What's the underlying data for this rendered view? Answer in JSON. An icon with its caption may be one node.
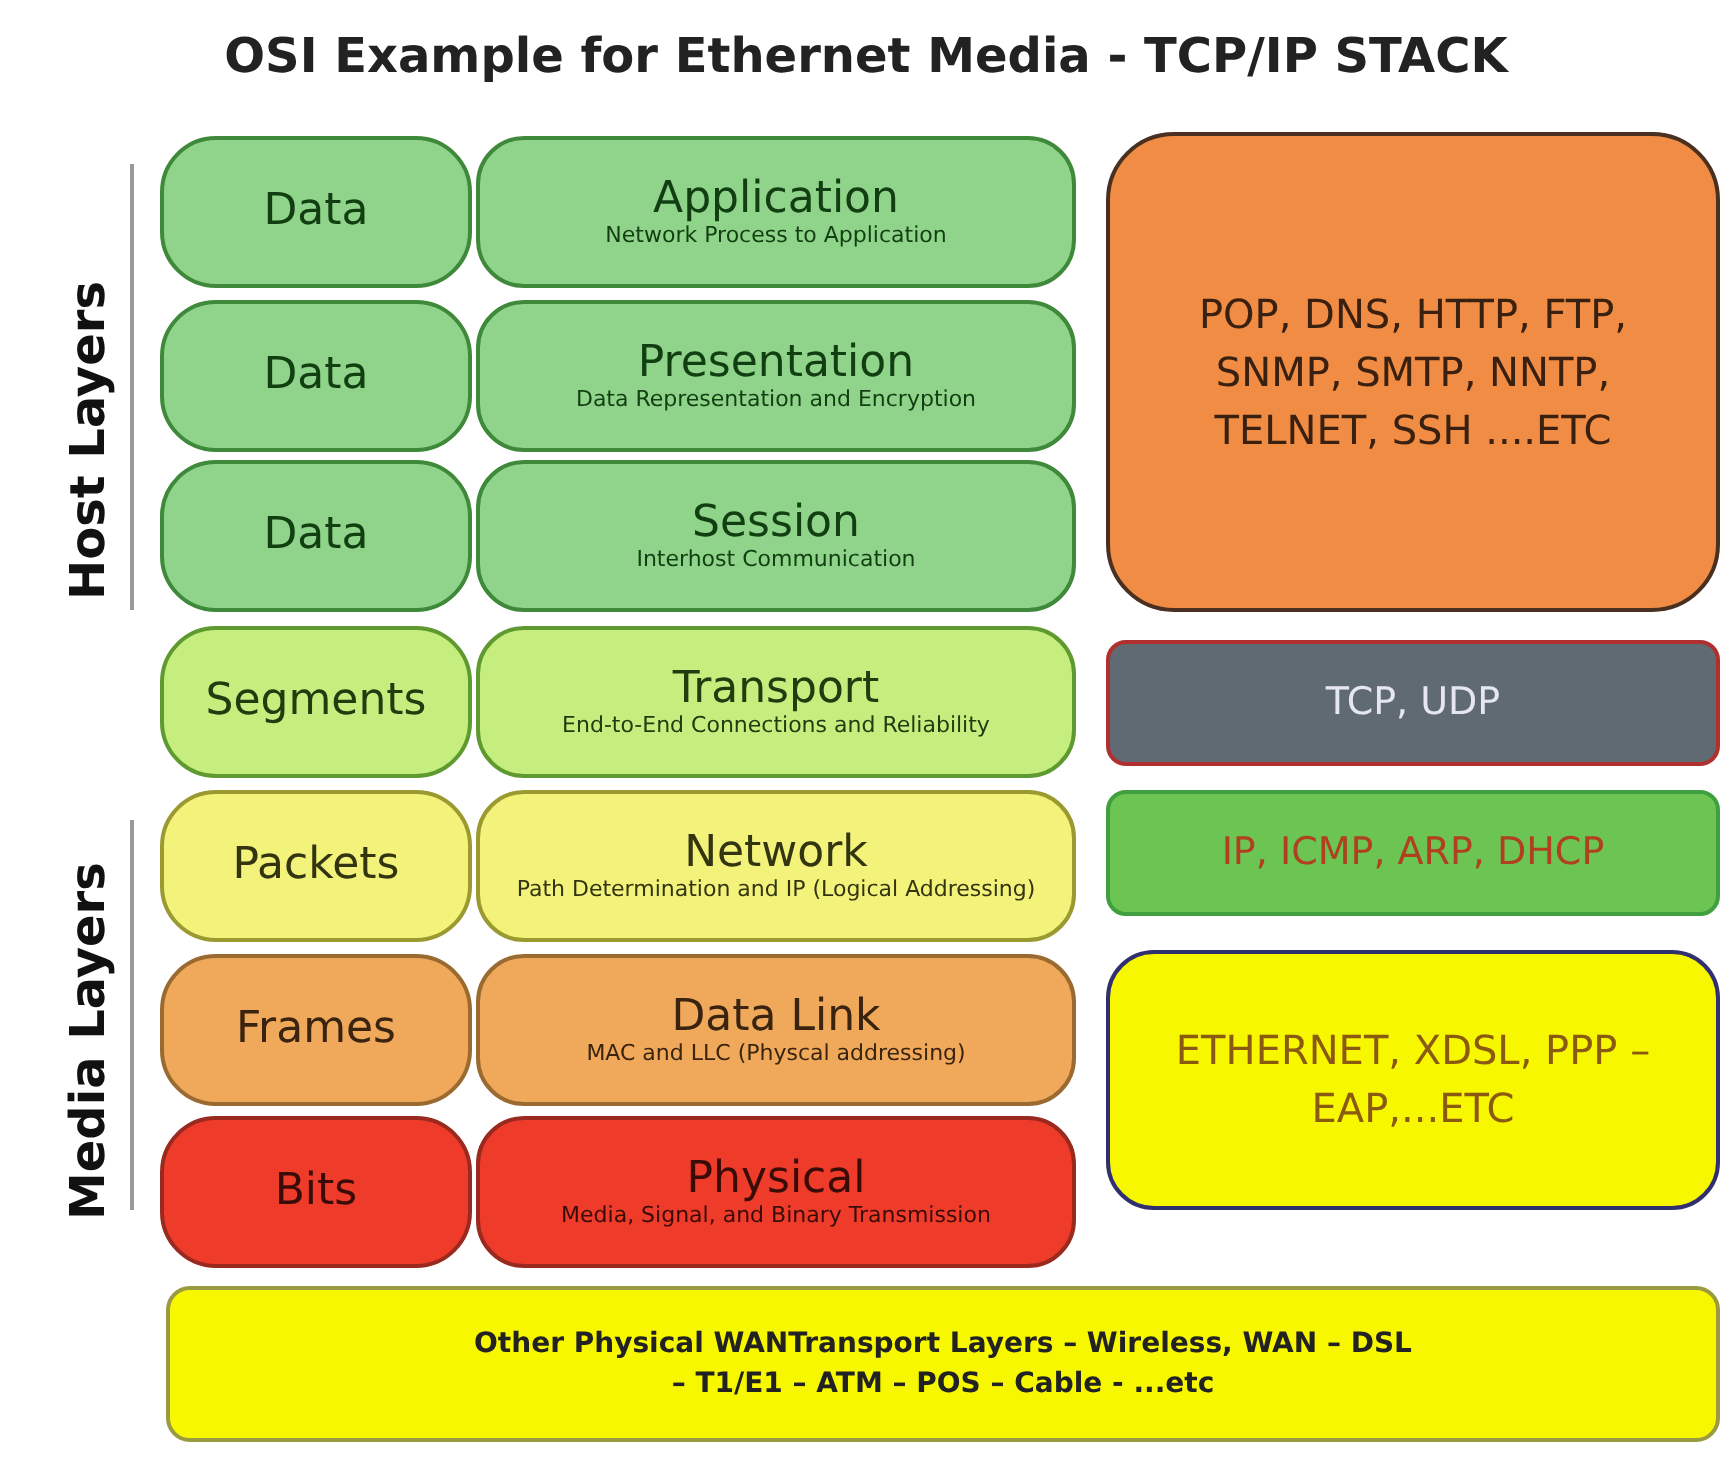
{
  "diagram": {
    "title": "OSI Example for Ethernet Media - TCP/IP STACK",
    "nodes": [
      {
        "text": [
          "Data"
        ]
      },
      {
        "text": [
          "Application",
          "Network Process to Application"
        ]
      },
      {
        "text": [
          "Data"
        ]
      },
      {
        "text": [
          "Presentation",
          "Data Representation and Encryption"
        ]
      },
      {
        "text": [
          "Data"
        ]
      },
      {
        "text": [
          "Session",
          "Interhost Communication"
        ]
      },
      {
        "text": [
          "Segments"
        ]
      },
      {
        "text": [
          "Transport",
          "End-to-End Connections and Reliability"
        ]
      },
      {
        "text": [
          "Packets"
        ]
      },
      {
        "text": [
          "Network",
          "Path Determination and IP (Logical Addressing)"
        ]
      },
      {
        "text": [
          "Frames"
        ]
      },
      {
        "text": [
          "Data Link",
          "MAC and LLC (Physcal addressing)"
        ]
      },
      {
        "text": [
          "Bits"
        ]
      },
      {
        "text": [
          "Physical",
          "Media, Signal, and Binary Transmission"
        ]
      },
      {
        "text": [
          "POP, DNS, HTTP, FTP, SNMP, SMTP, NNTP, TELNET, SSH ....ETC"
        ]
      },
      {
        "text": [
          "TCP, UDP"
        ]
      },
      {
        "text": [
          "IP, ICMP, ARP, DHCP"
        ]
      },
      {
        "text": [
          "ETHERNET, XDSL, PPP – EAP,...ETC"
        ]
      },
      {
        "text": [
          "Other Physical WANTransport Layers – Wireless, WAN – DSL – T1/E1 – ATM – POS – Cable - ...etc"
        ]
      }
    ],
    "labels": [
      "Host Layers",
      "Media Layers"
    ]
  }
}
